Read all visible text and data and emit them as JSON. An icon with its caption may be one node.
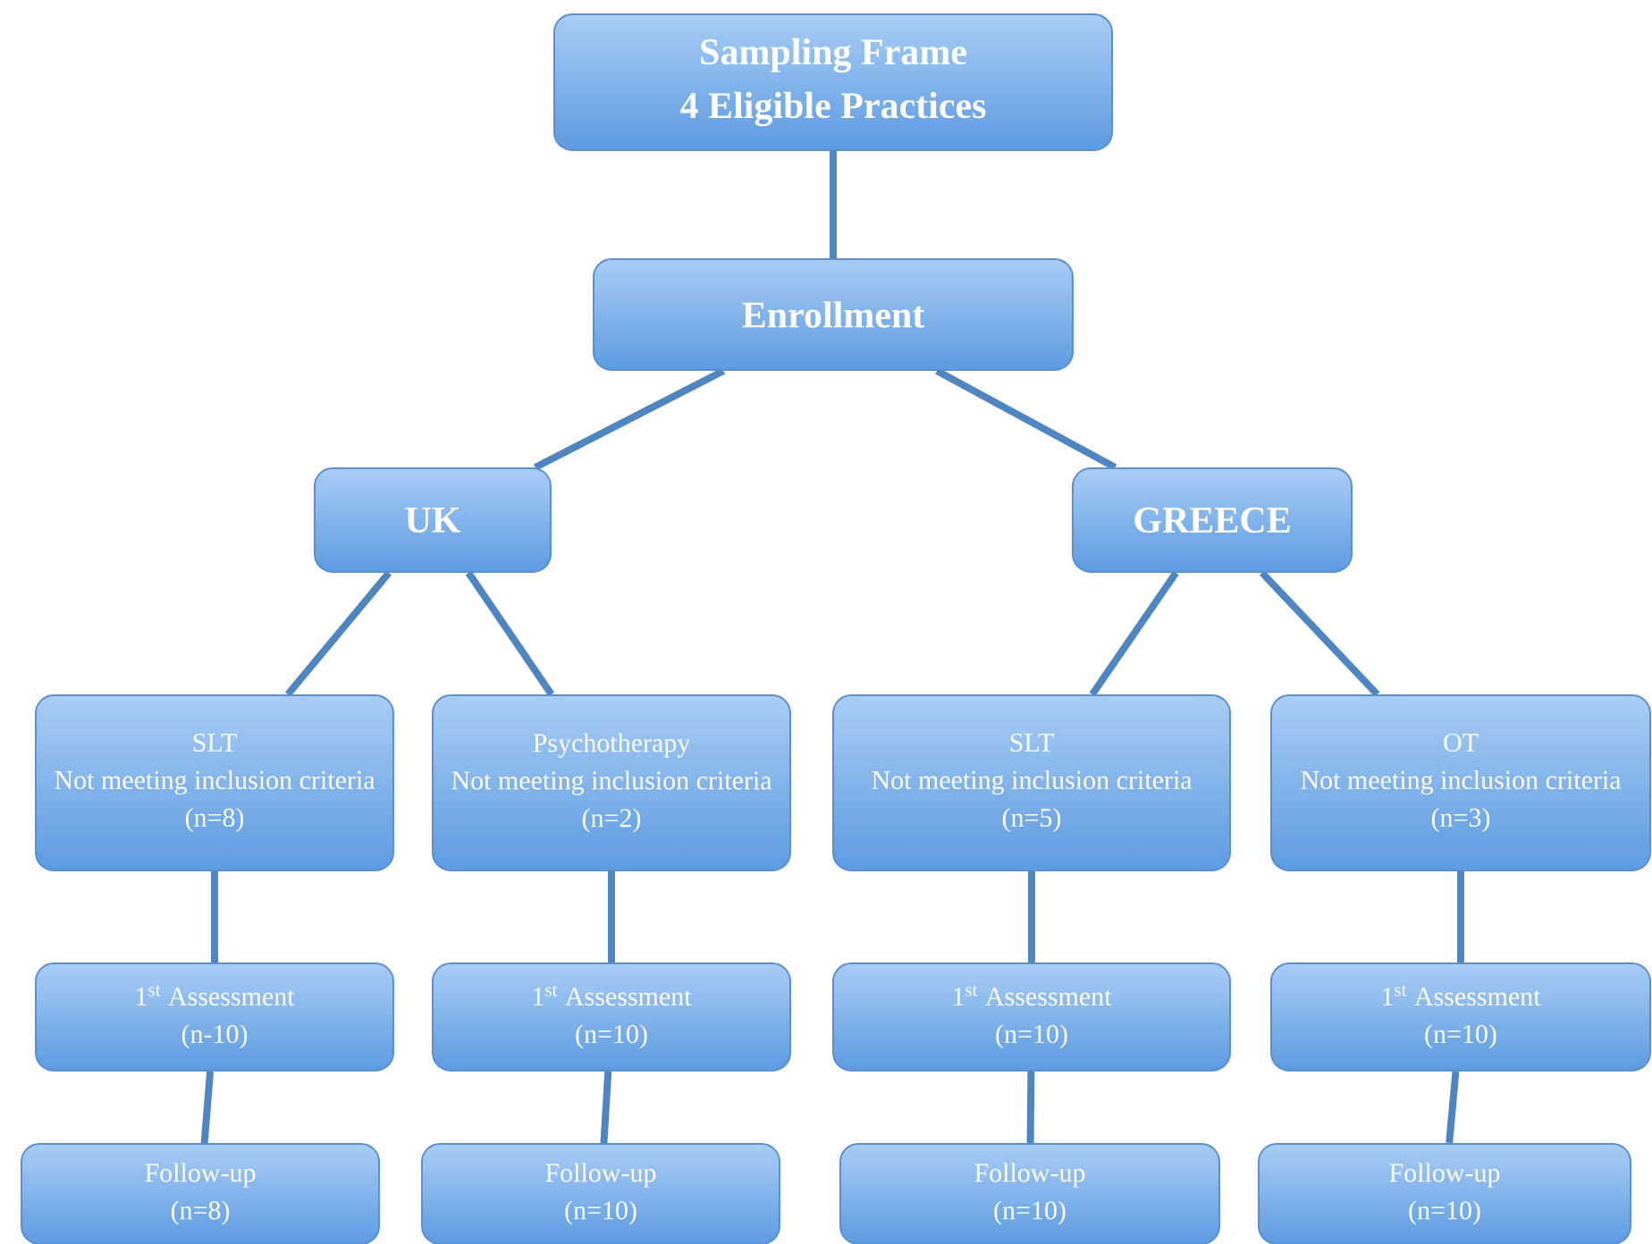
{
  "diagram": {
    "nodes": [
      {
        "text": [
          "Sampling Frame",
          "4 Eligible Practices"
        ]
      },
      {
        "text": [
          "Enrollment"
        ]
      },
      {
        "text": [
          "UK"
        ]
      },
      {
        "text": [
          "GREECE"
        ]
      },
      {
        "text": [
          "SLT",
          "Not meeting inclusion criteria",
          "(n=8)"
        ]
      },
      {
        "text": [
          "Psychotherapy",
          "Not meeting inclusion criteria",
          "(n=2)"
        ]
      },
      {
        "text": [
          "SLT",
          "Not meeting inclusion criteria",
          "(n=5)"
        ]
      },
      {
        "text": [
          "OT",
          "Not meeting inclusion criteria",
          "(n=3)"
        ]
      },
      {
        "text": [
          "1$^{st}$ Assessment",
          "(n-10)"
        ]
      },
      {
        "text": [
          "1$^{st}$ Assessment",
          "(n=10)"
        ]
      },
      {
        "text": [
          "1$^{st}$ Assessment",
          "(n=10)"
        ]
      },
      {
        "text": [
          "1$^{st}$ Assessment",
          "(n=10)"
        ]
      },
      {
        "text": [
          "Follow-up",
          "(n=8)"
        ]
      },
      {
        "text": [
          "Follow-up",
          "(n=10)"
        ]
      },
      {
        "text": [
          "Follow-up",
          "(n=10)"
        ]
      },
      {
        "text": [
          "Follow-up",
          "(n=10)"
        ]
      }
    ],
    "edges": [
      {
        "from": 0,
        "to": 1,
        "arrow": "none"
      },
      {
        "from": 1,
        "to": 2,
        "arrow": "none"
      },
      {
        "from": 1,
        "to": 3,
        "arrow": "none"
      },
      {
        "from": 2,
        "to": 4,
        "arrow": "none"
      },
      {
        "from": 2,
        "to": 5,
        "arrow": "none"
      },
      {
        "from": 3,
        "to": 6,
        "arrow": "none"
      },
      {
        "from": 3,
        "to": 7,
        "arrow": "none"
      },
      {
        "from": 4,
        "to": 8,
        "arrow": "none"
      },
      {
        "from": 5,
        "to": 9,
        "arrow": "none"
      },
      {
        "from": 6,
        "to": 10,
        "arrow": "none"
      },
      {
        "from": 7,
        "to": 11,
        "arrow": "none"
      },
      {
        "from": 8,
        "to": 12,
        "arrow": "none"
      },
      {
        "from": 9,
        "to": 13,
        "arrow": "none"
      },
      {
        "from": 10,
        "to": 14,
        "arrow": "none"
      },
      {
        "from": 11,
        "to": 15,
        "arrow": "none"
      }
    ]
  }
}
